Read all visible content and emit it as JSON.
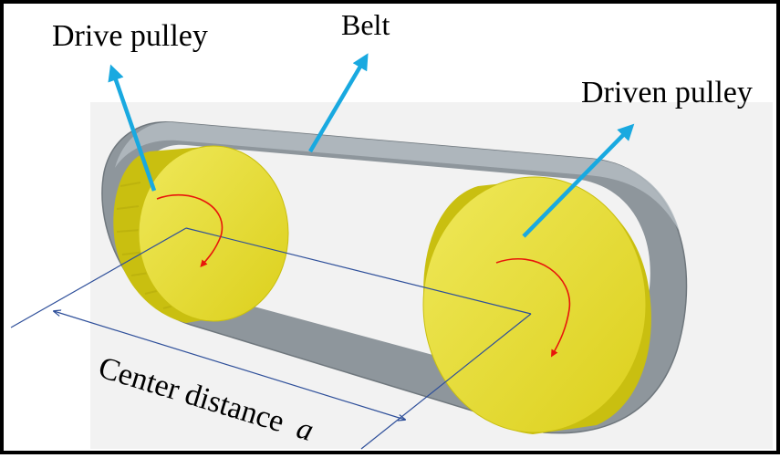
{
  "labels": {
    "drive_pulley": "Drive pulley",
    "belt": "Belt",
    "driven_pulley": "Driven pulley",
    "center_distance": "Center distance",
    "center_distance_symbol": "a"
  },
  "colors": {
    "belt": "#8e969c",
    "belt_top": "#b4bcc2",
    "pulley_face": "#e6dc2a",
    "pulley_rim": "#c9bf10",
    "pointer_arrow": "#19a9e0",
    "rotation_arrow": "#e8160b",
    "dimension_line": "#2e4f9a",
    "border": "#000000"
  }
}
